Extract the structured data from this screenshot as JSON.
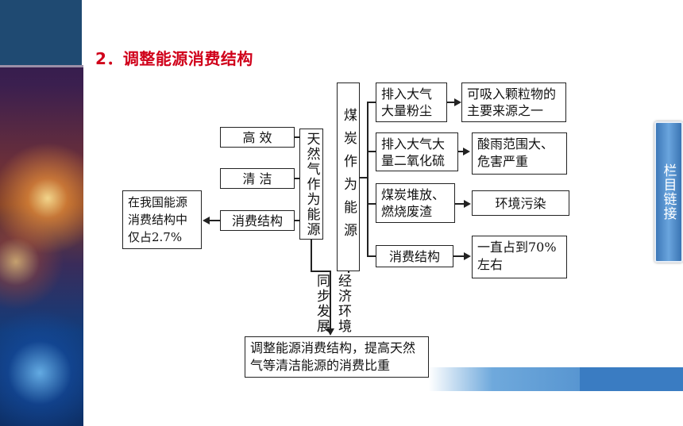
{
  "slide": {
    "title": "2．调整能源消费结构",
    "nav_tab": "栏目链接"
  },
  "diagram": {
    "gas_factors": [
      "高 效",
      "清 洁",
      "消费结构"
    ],
    "gas_box": "天然气作为能源",
    "gas_share": "在我国能源消费结构中仅占2.7%",
    "coal_box": "煤炭作为能源",
    "coal_causes": [
      "排入大气大量粉尘",
      "排入大气大量二氧化硫",
      "煤炭堆放、燃烧废渣",
      "消费结构"
    ],
    "coal_effects": [
      "可吸入颗粒物的主要来源之一",
      "酸雨范围大、危害严重",
      "环境污染",
      "一直占到70%左右"
    ],
    "link_left": "同步发展",
    "link_right": "经济环境",
    "conclusion": "调整能源消费结构，提高天然气等清洁能源的消费比重"
  }
}
